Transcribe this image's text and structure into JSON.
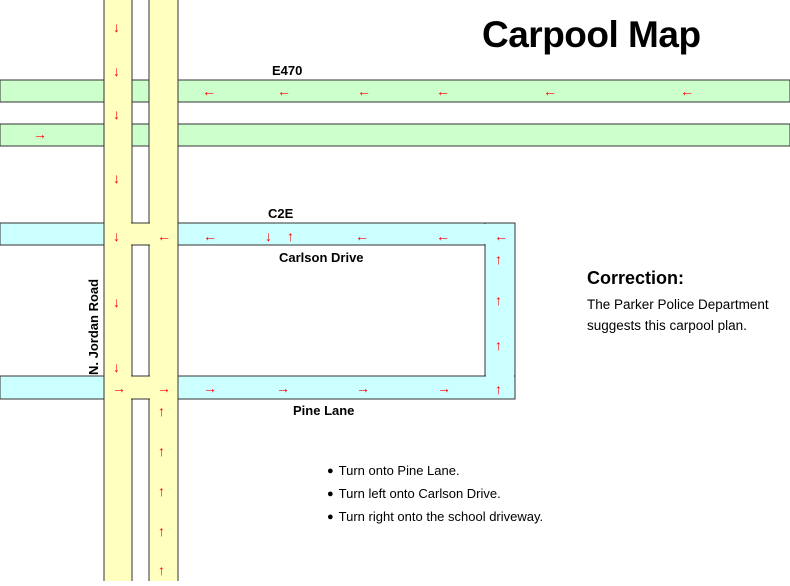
{
  "title": "Carpool Map",
  "correction": {
    "heading": "Correction:",
    "body": "The Parker Police Department suggests this carpool plan."
  },
  "roads": {
    "highway": "E470",
    "connector": "C2E",
    "carlson": "Carlson Drive",
    "pine": "Pine Lane",
    "jordan": "N. Jordan Road"
  },
  "instructions": [
    "Turn onto Pine Lane.",
    "Turn left onto Carlson Drive.",
    "Turn right onto the school driveway."
  ],
  "colors": {
    "jordan_road": "#ffffc0",
    "highway": "#ccffcc",
    "local_road": "#ccffff",
    "arrow": "#ff0000",
    "outline": "#333333"
  },
  "arrows": {
    "left": "←",
    "right": "→",
    "up": "↑",
    "down": "↓"
  }
}
